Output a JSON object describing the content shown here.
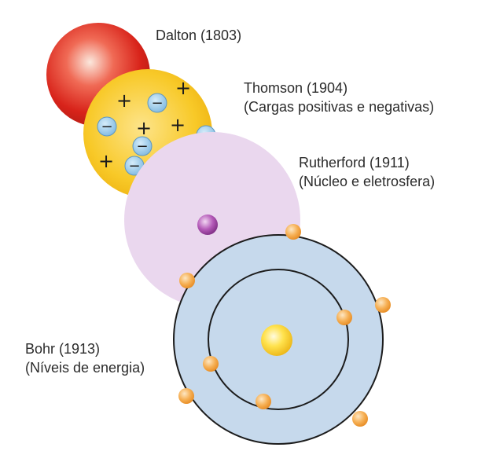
{
  "models": {
    "dalton": {
      "title": "Dalton (1803)",
      "subtitle": ""
    },
    "thomson": {
      "title": "Thomson (1904)",
      "subtitle": "(Cargas positivas e negativas)"
    },
    "rutherford": {
      "title": "Rutherford (1911)",
      "subtitle": "(Núcleo e eletrosfera)"
    },
    "bohr": {
      "title": "Bohr (1913)",
      "subtitle": "(Níveis de energia)"
    }
  },
  "symbols": {
    "positive": "+",
    "negative": "−"
  },
  "colors": {
    "dalton": "#d8231a",
    "thomson_body": "#f5c21f",
    "thomson_negative": "#8fc6e8",
    "rutherford_body": "#ead7ee",
    "rutherford_nucleus": "#9c3fa0",
    "bohr_body": "#c6d9ec",
    "bohr_orbit": "#1c1c1c",
    "bohr_nucleus": "#f3c21a",
    "electron": "#f2a13a"
  }
}
